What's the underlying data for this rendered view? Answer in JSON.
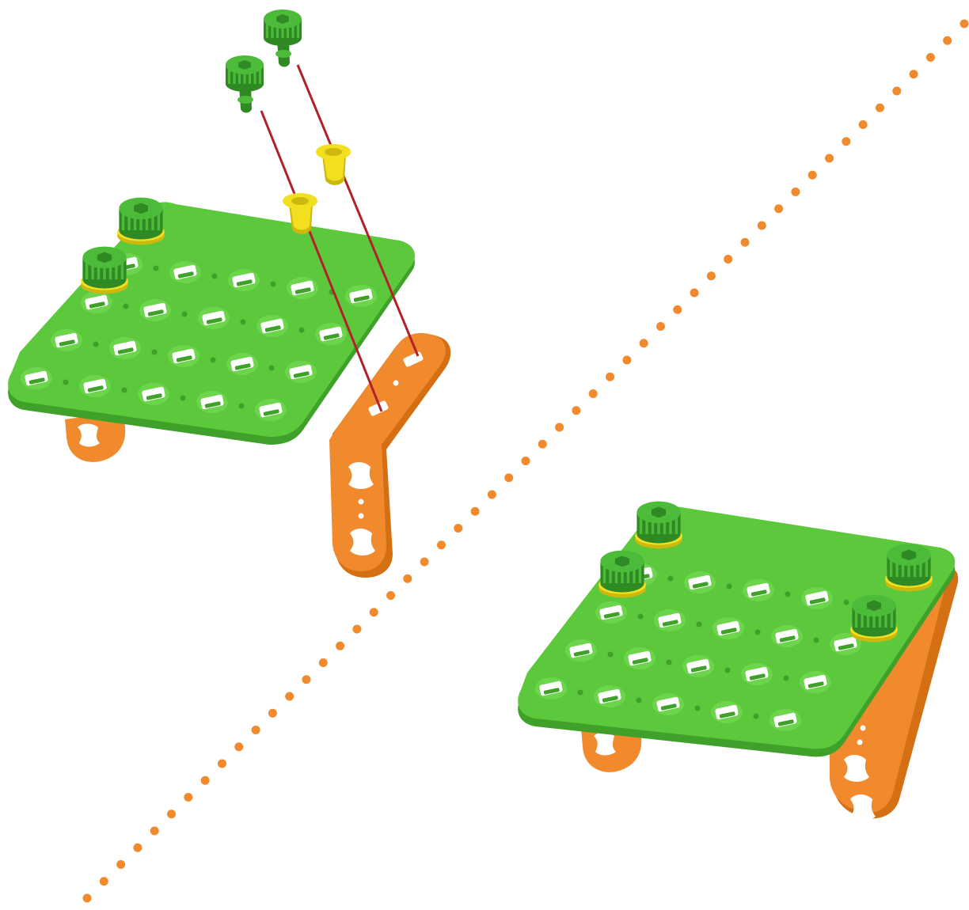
{
  "diagram": {
    "steps": [
      {
        "id": "exploded",
        "plate_holes": 20,
        "screws_installed": 2,
        "screws_incoming": 2,
        "spacers_incoming": 2
      },
      {
        "id": "assembled",
        "plate_holes": 20,
        "screws_installed": 4,
        "screws_incoming": 0,
        "spacers_incoming": 0
      }
    ],
    "separator": "dotted-diagonal"
  },
  "colors": {
    "plate": "#5cc83c",
    "plate_dark": "#3fa02a",
    "plate_light": "#7be05a",
    "bracket": "#f08a2c",
    "bracket_dark": "#d46f14",
    "screw": "#4dbb3a",
    "screw_dark": "#2f8a24",
    "spacer": "#f2e020",
    "spacer_dark": "#cdb80e",
    "guide_line": "#b3202a",
    "dots": "#f08a2c"
  },
  "icons": {
    "screw": "hex-socket-screw-icon",
    "spacer": "spacer-bushing-icon",
    "bracket": "angle-bracket-icon",
    "plate": "perforated-plate-icon"
  }
}
